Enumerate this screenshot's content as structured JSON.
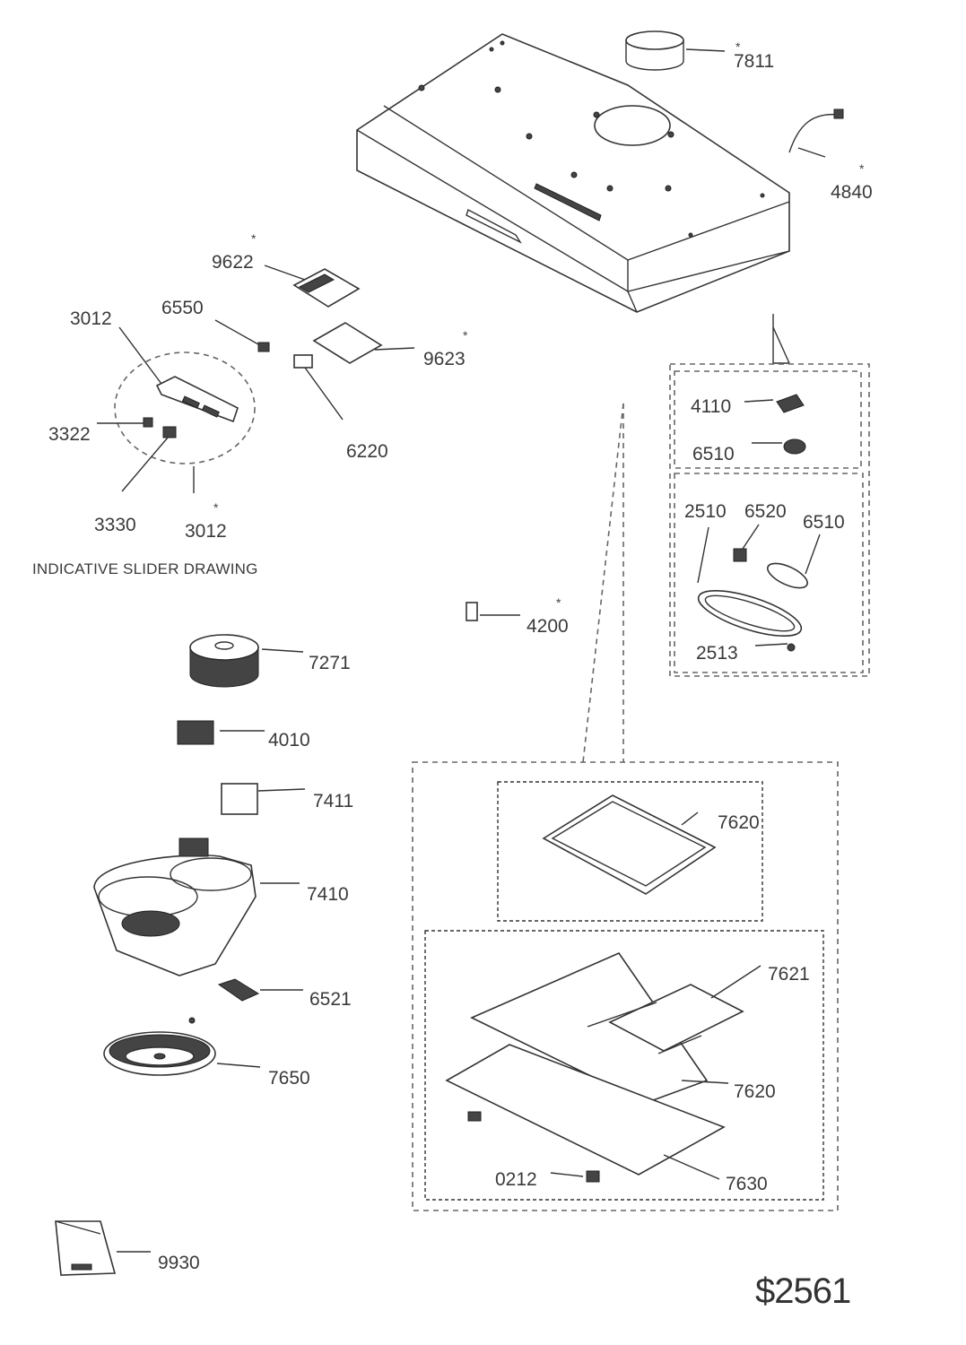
{
  "labels": {
    "p7811": "7811",
    "p4840": "4840",
    "p9622": "9622",
    "p6550": "6550",
    "p3012a": "3012",
    "p9623": "9623",
    "p3322": "3322",
    "p6220": "6220",
    "p3330": "3330",
    "p3012b": "3012",
    "p4110": "4110",
    "p6510a": "6510",
    "p2510": "2510",
    "p6520": "6520",
    "p6510b": "6510",
    "p2513": "2513",
    "p4200": "4200",
    "p7271": "7271",
    "p4010": "4010",
    "p7411": "7411",
    "p7410": "7410",
    "p7620a": "7620",
    "p7621": "7621",
    "p7620b": "7620",
    "p6521": "6521",
    "p7650": "7650",
    "p0212": "0212",
    "p7630": "7630",
    "p9930": "9930"
  },
  "slider_note": "INDICATIVE SLIDER DRAWING",
  "model_code": "$2561",
  "asterisk": "*"
}
